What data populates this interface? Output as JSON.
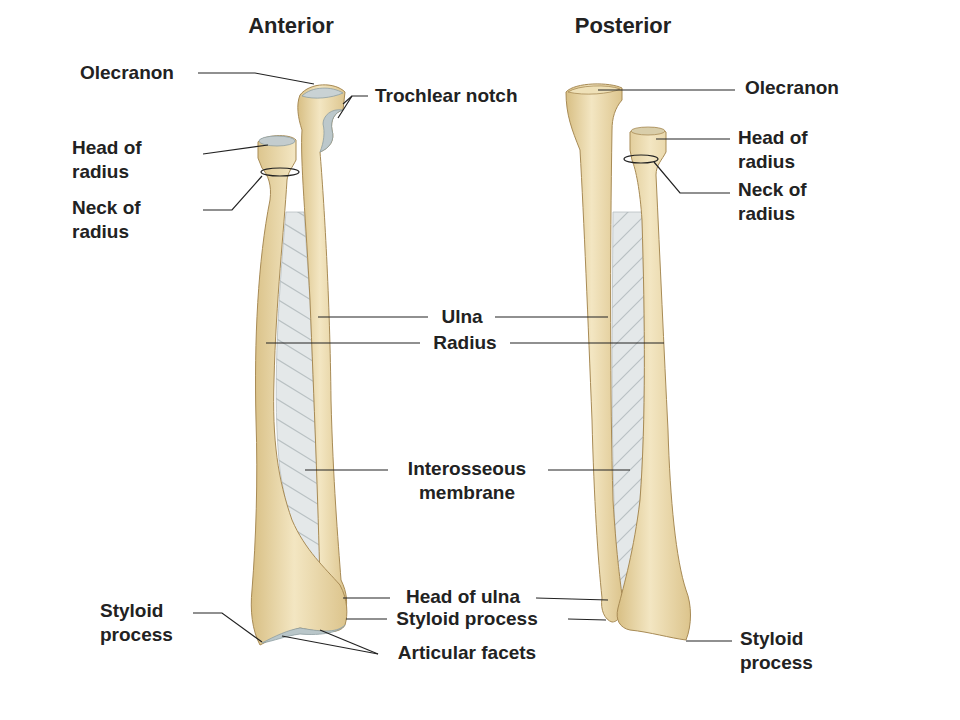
{
  "diagram": {
    "labels": [
      "Anterior",
      "Posterior",
      "Olecranon",
      "Trochlear notch",
      "Olecranon",
      "Head of radius",
      "Head of radius",
      "Neck of radius",
      "Neck of radius",
      "Ulna",
      "Radius",
      "Interosseous membrane",
      "Head of ulna",
      "Styloid process",
      "Styloid process",
      "Articular facets",
      "Styloid process"
    ]
  }
}
